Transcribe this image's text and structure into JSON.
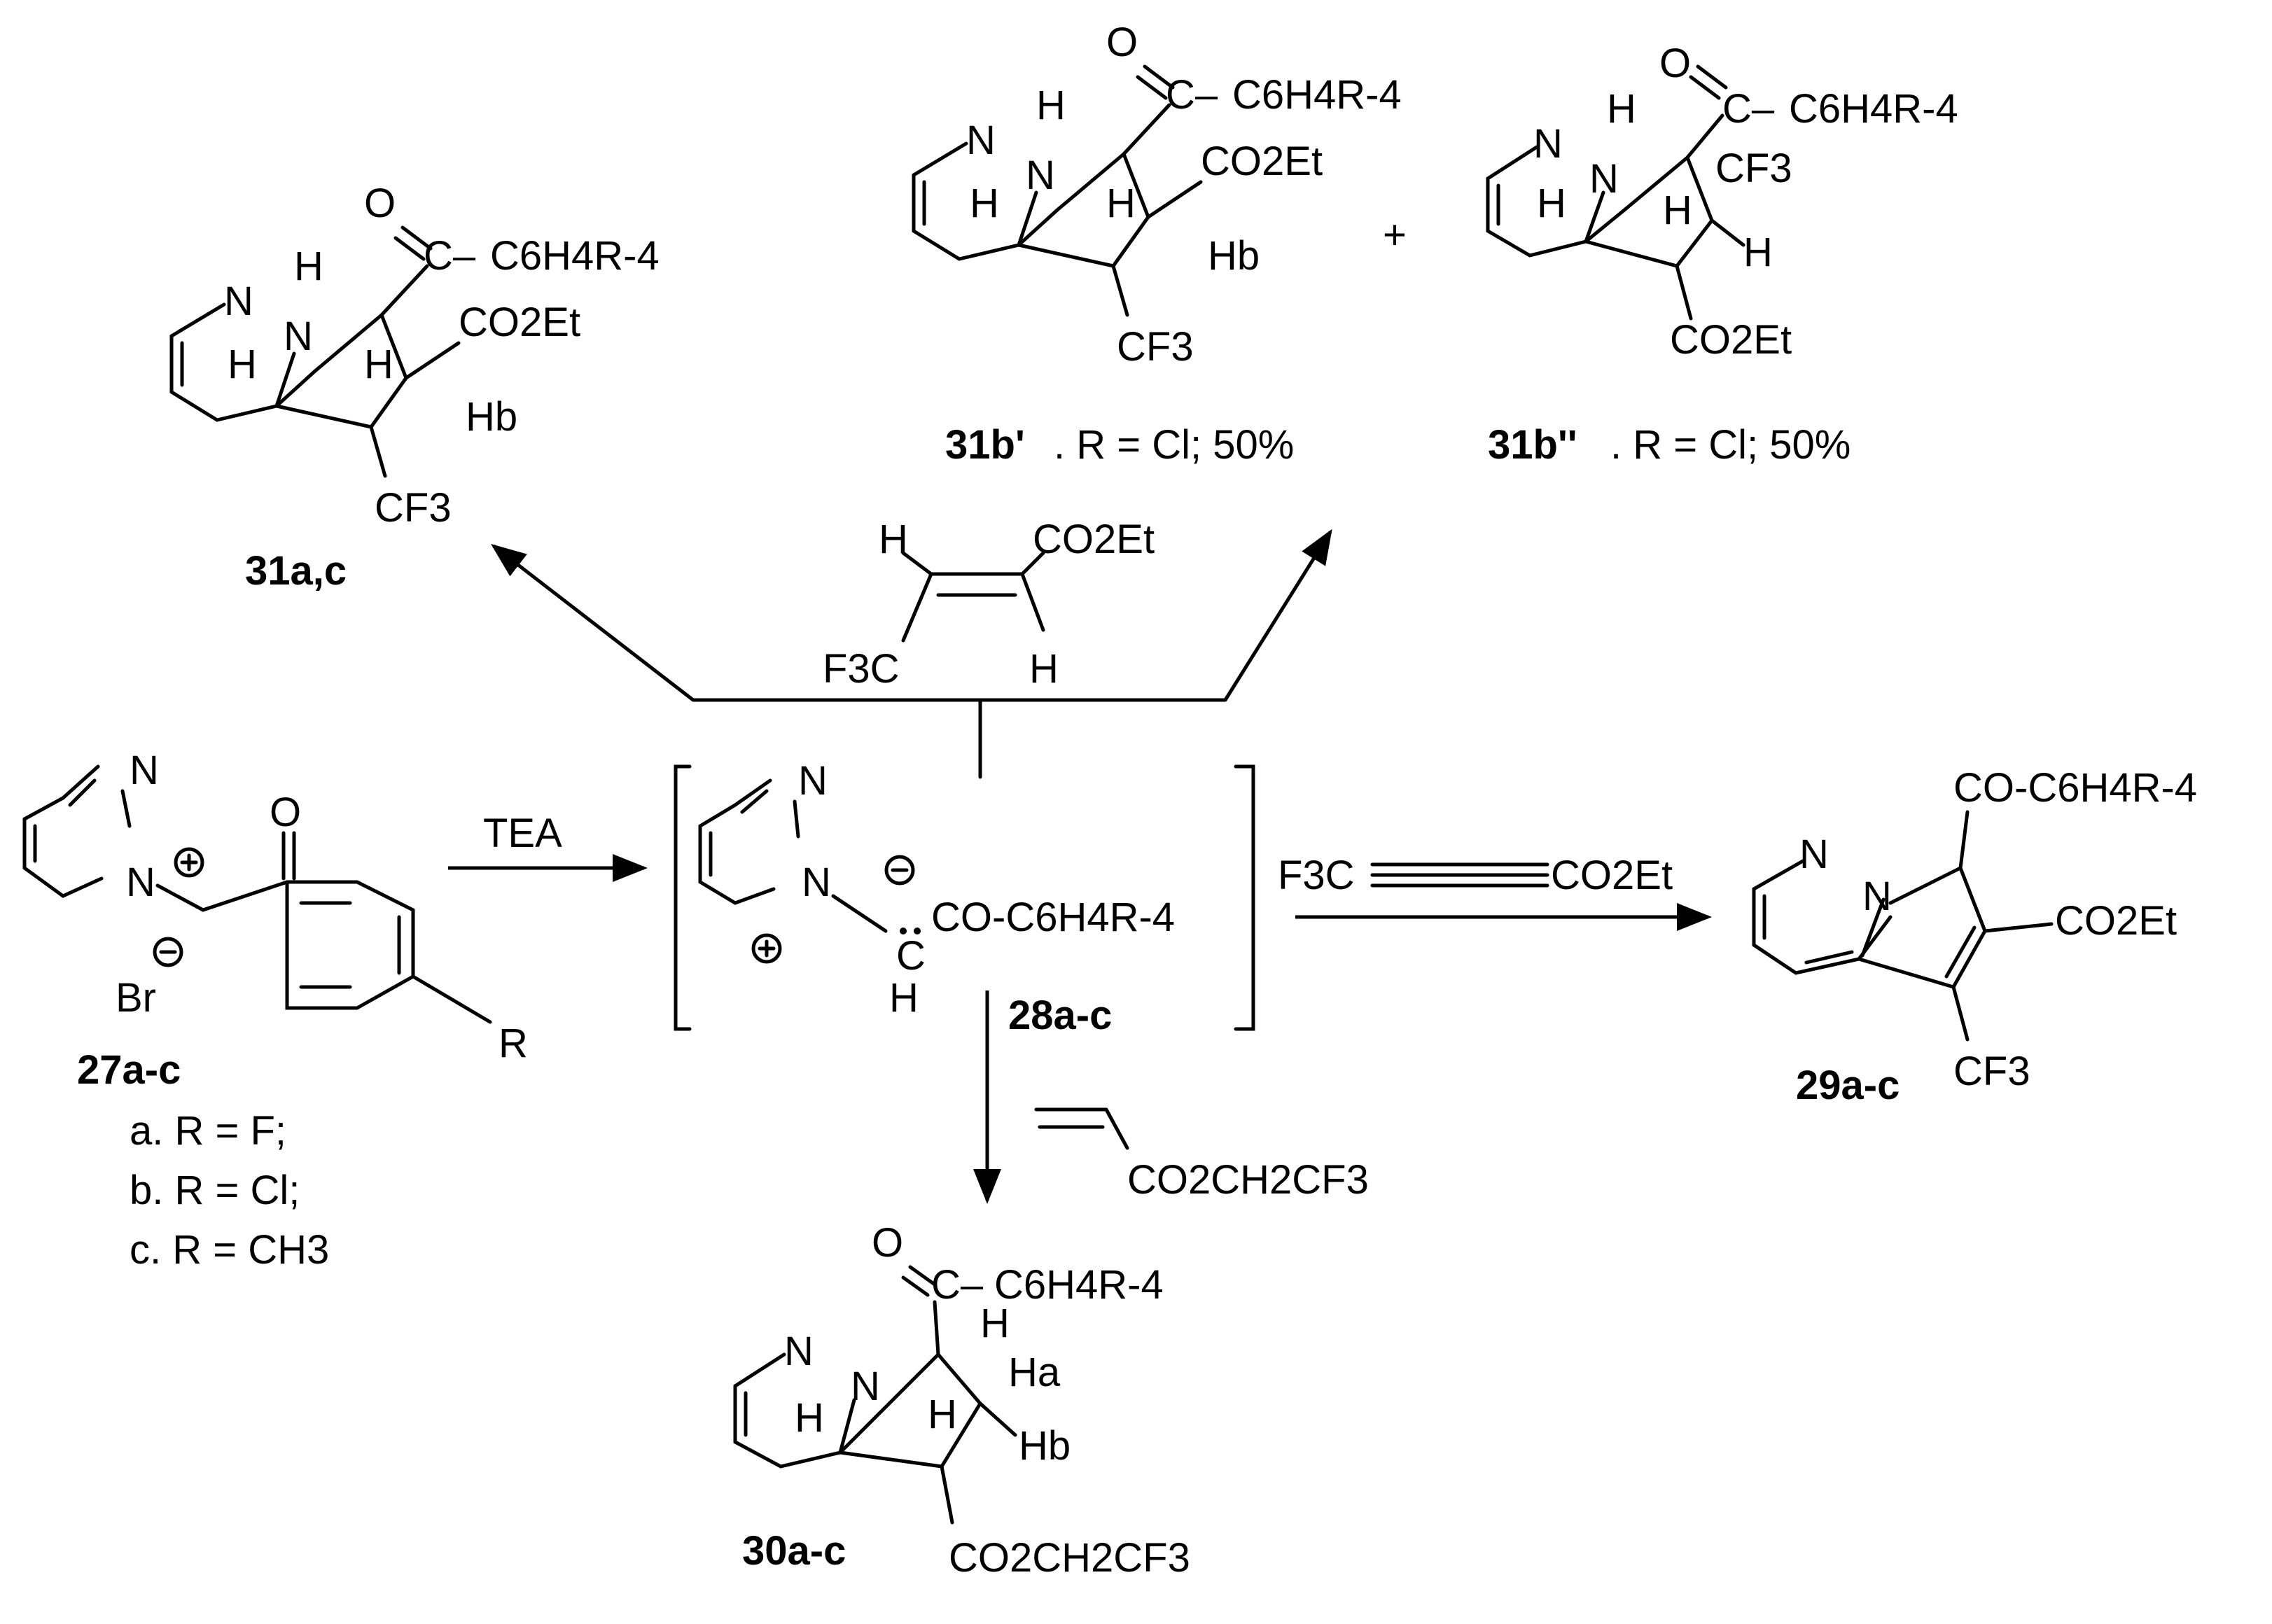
{
  "reagents": {
    "tea": "TEA",
    "cf3_alkyne": [
      "F3C",
      "CO2Et"
    ],
    "cf3_alkene": [
      "H",
      "CO2Et",
      "F3C",
      "H"
    ],
    "acrylate": "CO2CH2CF3"
  },
  "compounds": {
    "c27": {
      "label": "27a-c",
      "counter_ion": "Br",
      "substituent": "R"
    },
    "c28": {
      "label": "28a-c",
      "side_chain": "CO-C6H4R-4",
      "h": "H"
    },
    "c29": {
      "label": "29a-c",
      "acyl": "CO-C6H4R-4",
      "ester": "CO2Et",
      "cf3": "CF3"
    },
    "c30": {
      "label": "30a-c",
      "acyl": "C6H4R-4",
      "ester": "CO2CH2CF3",
      "ha": "Ha",
      "hb": "Hb"
    },
    "c31ac": {
      "label": "31a,c",
      "acyl": "C6H4R-4",
      "ester": "CO2Et",
      "cf3": "CF3",
      "hb": "Hb"
    },
    "c31b1": {
      "label": "31b'",
      "note": ". R = Cl; 50%"
    },
    "c31b2": {
      "label": "31b''",
      "note": ". R = Cl; 50%"
    }
  },
  "substituents": [
    "a. R = F;",
    "b. R = Cl;",
    "c. R = CH3"
  ],
  "plus_sign": "+"
}
